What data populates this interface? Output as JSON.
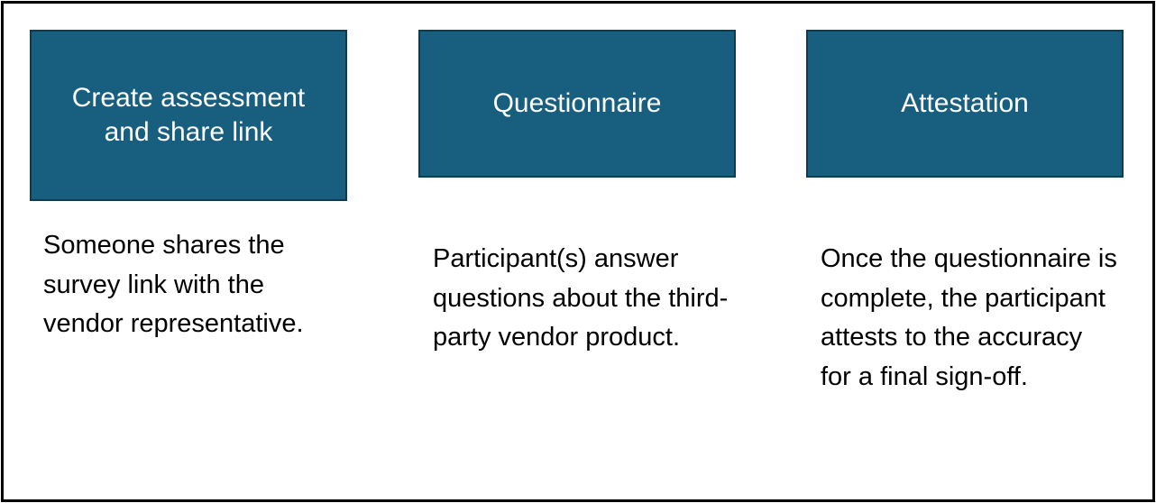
{
  "steps": [
    {
      "title": "Create assessment and share link",
      "description": "Someone shares the survey link with the vendor representative."
    },
    {
      "title": "Questionnaire",
      "description": "Participant(s) answer questions about the third-party vendor product."
    },
    {
      "title": "Attestation",
      "description": "Once the questionnaire is complete, the participant attests to the accuracy for a final sign-off."
    }
  ],
  "colors": {
    "box_fill": "#185f7f",
    "box_border": "#0f3b50",
    "box_text": "#ffffff",
    "frame_border": "#000000"
  }
}
